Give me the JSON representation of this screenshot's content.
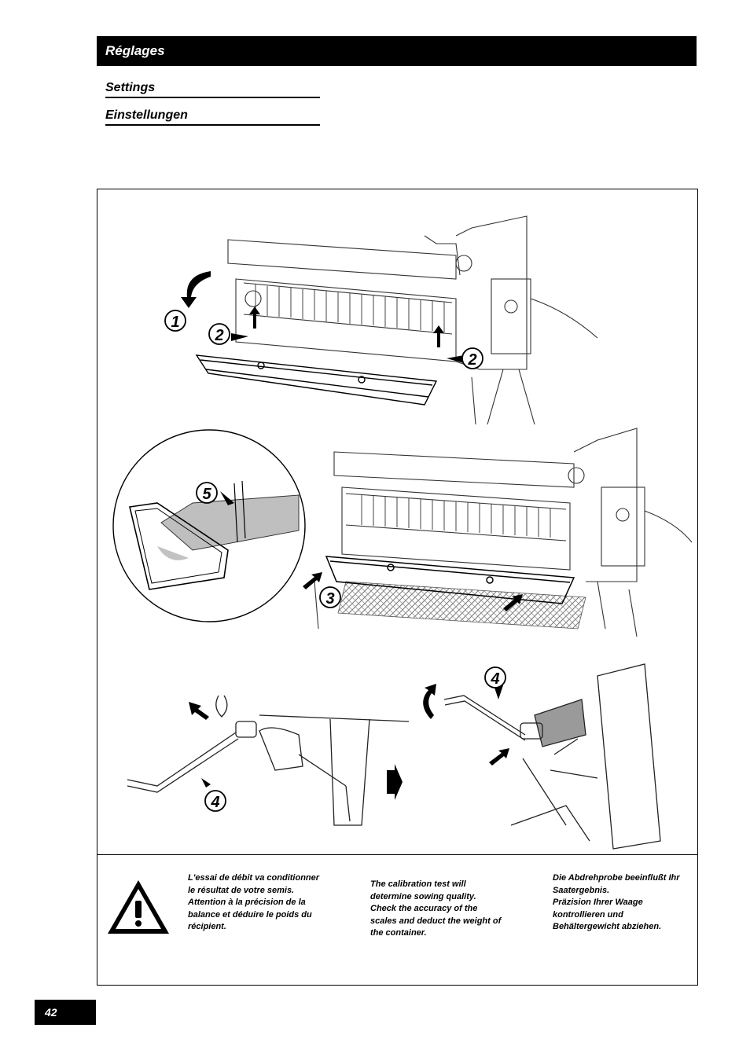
{
  "header": {
    "title": "Réglages"
  },
  "subtitles": {
    "en": "Settings",
    "de": "Einstellungen"
  },
  "callouts": {
    "c1": "1",
    "c2": "2",
    "c3": "3",
    "c4": "4",
    "c5": "5"
  },
  "notes": {
    "fr": [
      "L'essai de débit va conditionner le résultat de votre semis.",
      "Attention à la précision de la balance et déduire le poids du récipient."
    ],
    "en": [
      "The calibration test will determine sowing quality.",
      "Check the accuracy of the scales and deduct the weight of the container."
    ],
    "de": [
      "Die Abdrehprobe beeinflußt Ihr Saatergebnis.",
      "Präzision Ihrer Waage kontrollieren und Behältergewicht abziehen."
    ]
  },
  "footer": {
    "page_number": "42"
  },
  "icons": {
    "warning": "warning-triangle-icon"
  }
}
